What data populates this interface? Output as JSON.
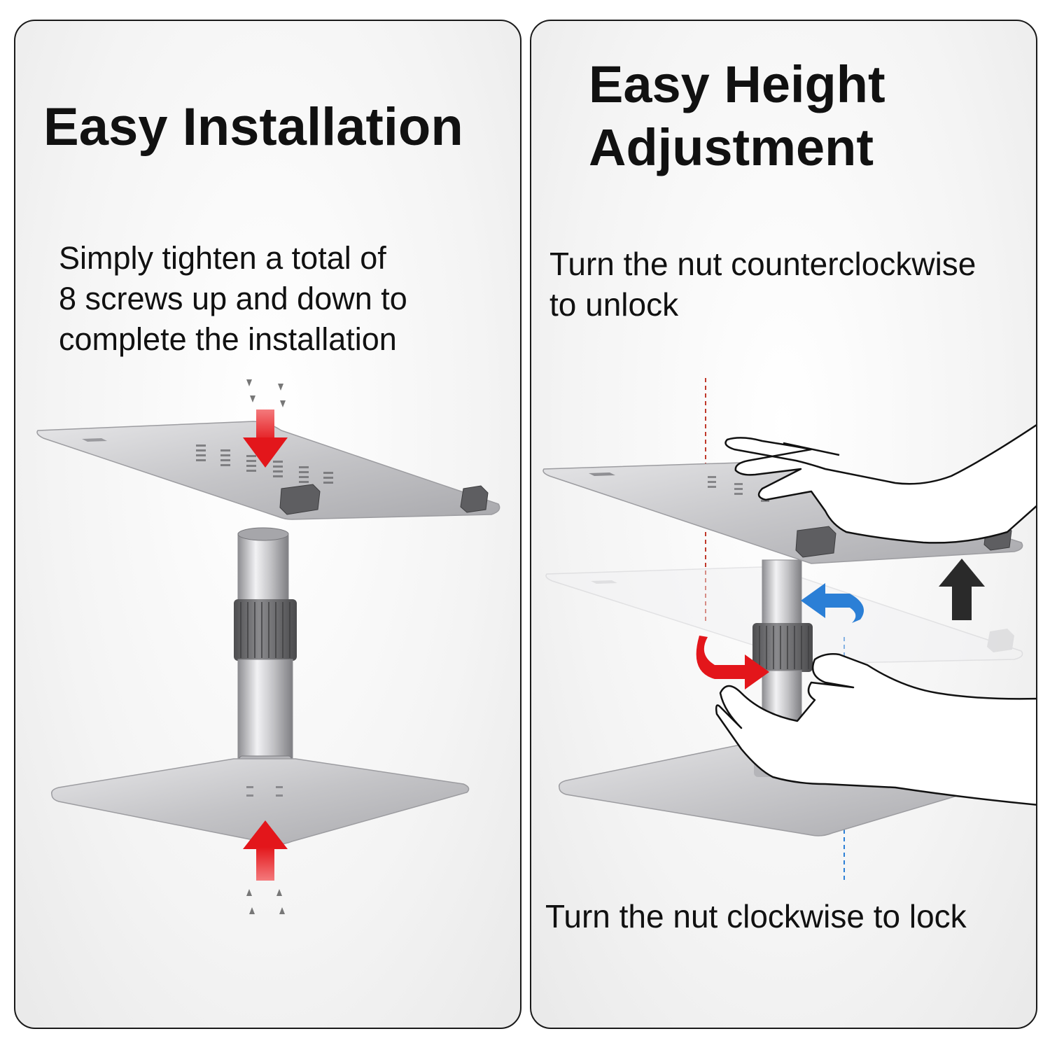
{
  "left": {
    "title": "Easy Installation",
    "description": "Simply tighten a total of\n8 screws up and down to\ncomplete the installation"
  },
  "right": {
    "title": "Easy Height\nAdjustment",
    "unlock_text": "Turn the nut counterclockwise\n to unlock",
    "lock_text": "Turn the nut clockwise to lock"
  },
  "colors": {
    "arrow_red": "#e3161b",
    "arrow_blue": "#2b7fd6",
    "arrow_dark": "#2a2a2a",
    "aluminum": "#c9c9cc",
    "nut_gray": "#6e6e6e"
  }
}
